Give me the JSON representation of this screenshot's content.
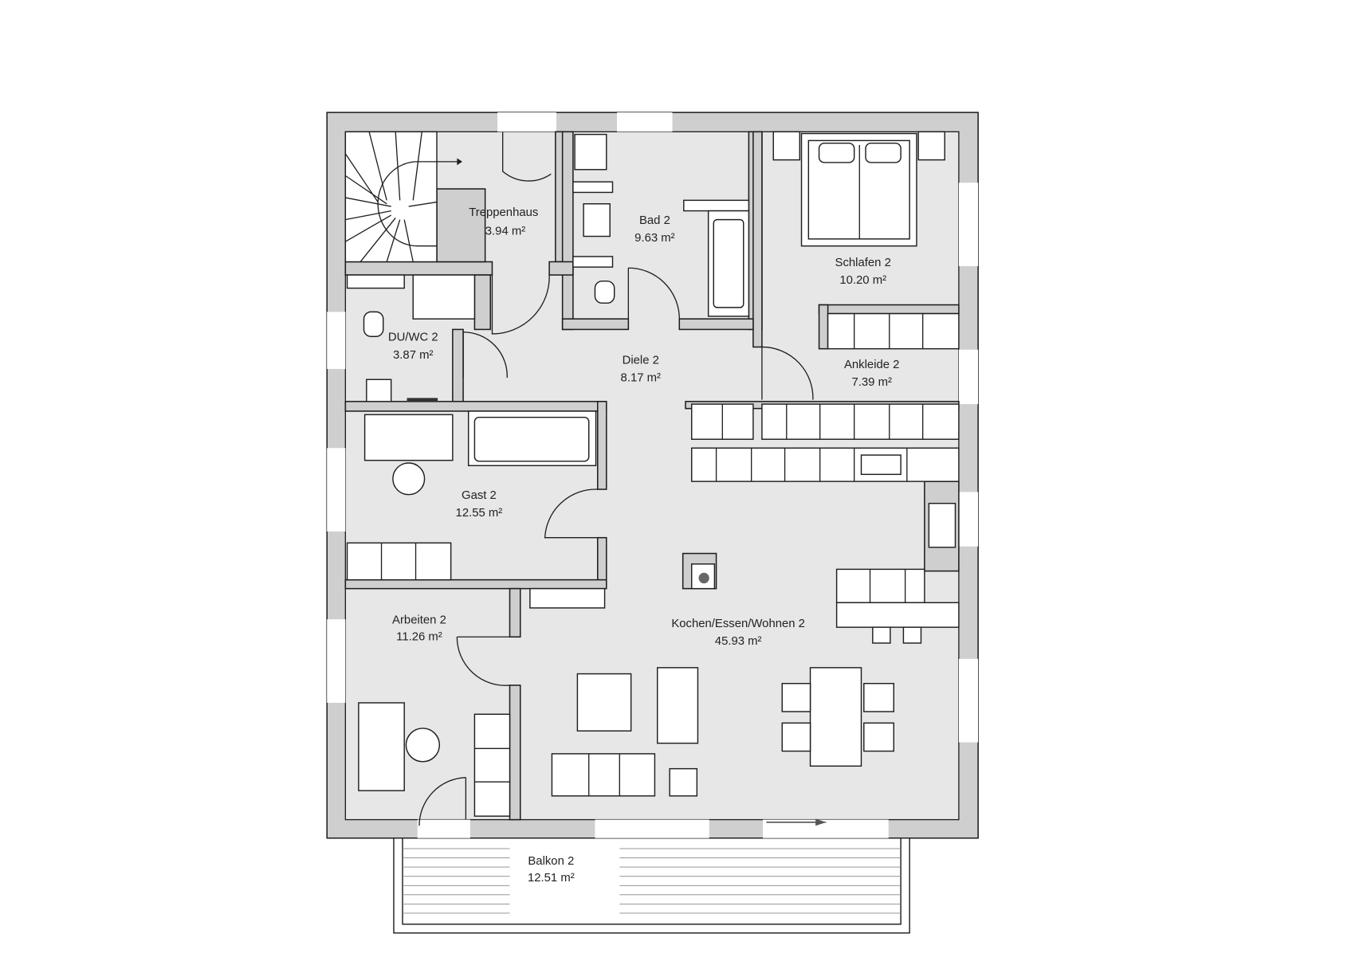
{
  "plan": {
    "rooms": [
      {
        "name": "Treppenhaus",
        "area": "3.94 m²"
      },
      {
        "name": "Bad 2",
        "area": "9.63 m²"
      },
      {
        "name": "Schlafen 2",
        "area": "10.20 m²"
      },
      {
        "name": "DU/WC 2",
        "area": "3.87 m²"
      },
      {
        "name": "Diele 2",
        "area": "8.17 m²"
      },
      {
        "name": "Ankleide 2",
        "area": "7.39 m²"
      },
      {
        "name": "Gast 2",
        "area": "12.55 m²"
      },
      {
        "name": "Arbeiten 2",
        "area": "11.26 m²"
      },
      {
        "name": "Kochen/Essen/Wohnen 2",
        "area": "45.93 m²"
      },
      {
        "name": "Balkon 2",
        "area": "12.51 m²"
      }
    ],
    "colors": {
      "wall": "#cfcfcf",
      "floor": "#e7e7e7",
      "line": "#1e1e1e"
    }
  }
}
